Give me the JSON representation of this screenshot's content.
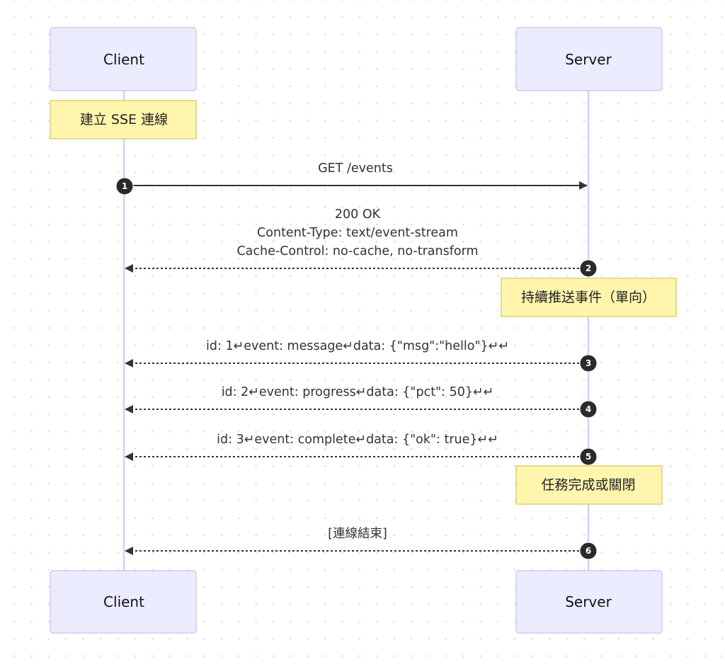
{
  "diagram": {
    "type": "sequence",
    "participants": [
      {
        "id": "client",
        "label": "Client"
      },
      {
        "id": "server",
        "label": "Server"
      }
    ],
    "steps": [
      {
        "kind": "note",
        "over": "client",
        "text": "建立 SSE 連線"
      },
      {
        "kind": "message",
        "seq": "1",
        "from": "client",
        "to": "server",
        "style": "solid",
        "lines": [
          "GET /events"
        ]
      },
      {
        "kind": "message",
        "seq": "2",
        "from": "server",
        "to": "client",
        "style": "dashed",
        "lines": [
          "200 OK",
          "Content-Type: text/event-stream",
          "Cache-Control: no-cache, no-transform"
        ]
      },
      {
        "kind": "note",
        "over": "server",
        "text": "持續推送事件（單向）"
      },
      {
        "kind": "message",
        "seq": "3",
        "from": "server",
        "to": "client",
        "style": "dashed",
        "lines": [
          "id: 1↵event: message↵data: {\"msg\":\"hello\"}↵↵"
        ]
      },
      {
        "kind": "message",
        "seq": "4",
        "from": "server",
        "to": "client",
        "style": "dashed",
        "lines": [
          "id: 2↵event: progress↵data: {\"pct\": 50}↵↵"
        ]
      },
      {
        "kind": "message",
        "seq": "5",
        "from": "server",
        "to": "client",
        "style": "dashed",
        "lines": [
          "id: 3↵event: complete↵data: {\"ok\": true}↵↵"
        ]
      },
      {
        "kind": "note",
        "over": "server",
        "text": "任務完成或關閉"
      },
      {
        "kind": "message",
        "seq": "6",
        "from": "server",
        "to": "client",
        "style": "dashed",
        "lines": [
          "[連線結束]"
        ]
      }
    ]
  },
  "colors": {
    "actor_fill": "#ececff",
    "actor_stroke": "#d4c8f5",
    "lifeline": "#d9cdf6",
    "note_fill": "#fff5ad",
    "note_stroke": "#d7d47a",
    "message_line": "#333333",
    "sequence_badge": "#2a2a2a"
  }
}
